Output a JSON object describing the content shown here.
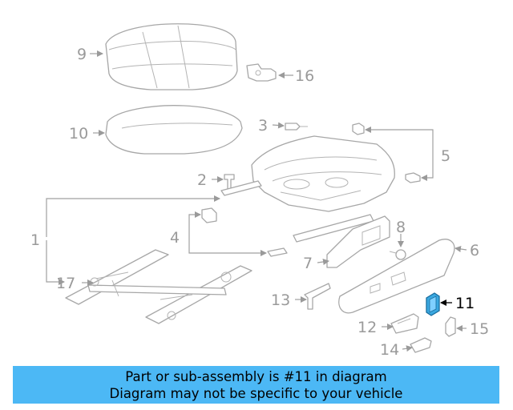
{
  "diagram": {
    "callouts": [
      {
        "id": "9",
        "label": "9"
      },
      {
        "id": "16",
        "label": "16"
      },
      {
        "id": "10",
        "label": "10"
      },
      {
        "id": "3",
        "label": "3"
      },
      {
        "id": "5",
        "label": "5"
      },
      {
        "id": "2",
        "label": "2"
      },
      {
        "id": "1",
        "label": "1"
      },
      {
        "id": "4",
        "label": "4"
      },
      {
        "id": "8",
        "label": "8"
      },
      {
        "id": "6",
        "label": "6"
      },
      {
        "id": "7",
        "label": "7"
      },
      {
        "id": "17",
        "label": "17"
      },
      {
        "id": "13",
        "label": "13"
      },
      {
        "id": "11",
        "label": "11"
      },
      {
        "id": "12",
        "label": "12"
      },
      {
        "id": "15",
        "label": "15"
      },
      {
        "id": "14",
        "label": "14"
      }
    ],
    "highlight_part": "11",
    "highlight_color": "#3aa8e0",
    "banner_color": "#4cb8f5"
  },
  "banner": {
    "line1": "Part or sub-assembly is #11 in diagram",
    "line2": "Diagram may not be specific to your vehicle"
  }
}
